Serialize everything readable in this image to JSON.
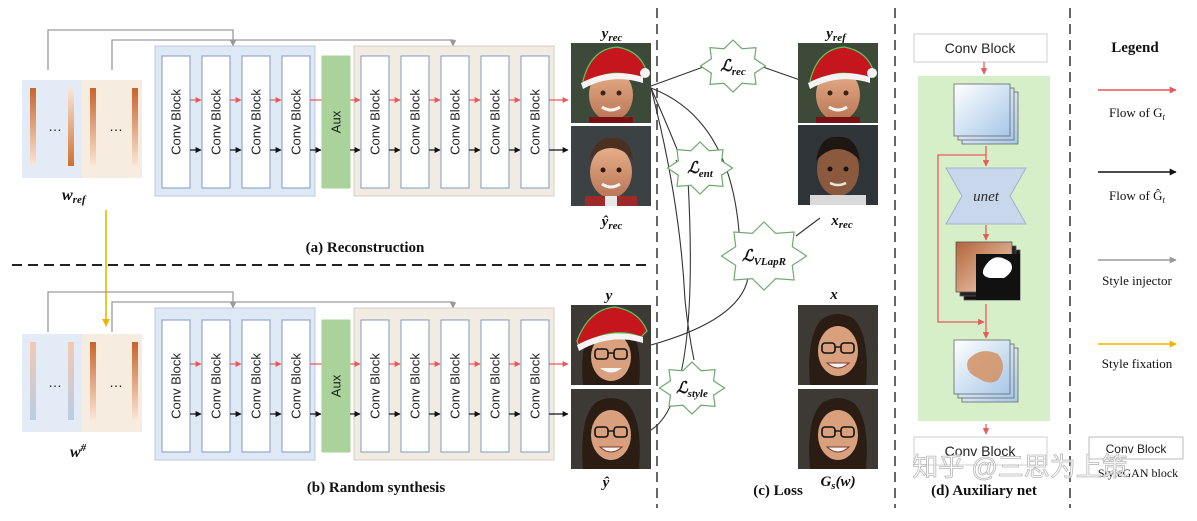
{
  "panels": {
    "reconstruction": {
      "caption": "(a) Reconstruction",
      "input_label": "w",
      "input_sub": "ref",
      "blocks": [
        "Conv Block",
        "Conv Block",
        "Conv Block",
        "Conv Block",
        "Aux",
        "Conv Block",
        "Conv Block",
        "Conv Block",
        "Conv Block",
        "Conv Block"
      ],
      "outputs": [
        {
          "label": "y",
          "sub": "rec"
        },
        {
          "label": "ŷ",
          "sub": "rec"
        }
      ]
    },
    "random_synthesis": {
      "caption": "(b) Random synthesis",
      "input_label": "w",
      "input_sup": "#",
      "blocks": [
        "Conv Block",
        "Conv Block",
        "Conv Block",
        "Conv Block",
        "Aux",
        "Conv Block",
        "Conv Block",
        "Conv Block",
        "Conv Block",
        "Conv Block"
      ],
      "outputs": [
        {
          "label": "y",
          "sub": ""
        },
        {
          "label": "ŷ",
          "sub": ""
        }
      ]
    },
    "loss": {
      "caption": "(c) Loss",
      "losses": [
        {
          "symbol": "ℒ",
          "sub": "rec"
        },
        {
          "symbol": "ℒ",
          "sub": "ent"
        },
        {
          "symbol": "ℒ",
          "sub": "VLapR"
        },
        {
          "symbol": "ℒ",
          "sub": "style"
        }
      ],
      "images": [
        {
          "label": "y",
          "sub": "ref"
        },
        {
          "label": "x",
          "sub": "rec"
        },
        {
          "label": "x",
          "sub": ""
        },
        {
          "label": "G",
          "sub": "s",
          "suffix": "(w)"
        }
      ]
    },
    "auxiliary": {
      "caption": "(d) Auxiliary net",
      "top_block": "Conv Block",
      "bottom_block": "Conv Block",
      "unet_label": "unet"
    }
  },
  "legend": {
    "title": "Legend",
    "items": [
      {
        "label": "Flow of G",
        "sub": "t",
        "color": "#e8595a"
      },
      {
        "label": "Flow of Ĝ",
        "sub": "t",
        "color": "#111111"
      },
      {
        "label": "Style injector",
        "color": "#9a9a9a"
      },
      {
        "label": "Style fixation",
        "color": "#f0b400"
      }
    ],
    "block_label": "Conv Block",
    "block_caption": "StyleGAN block"
  },
  "watermark": "知乎 @三思为上策",
  "colors": {
    "red_flow": "#e8595a",
    "black_flow": "#111111",
    "gray_injector": "#9a9a9a",
    "gold_fixation": "#f0b400",
    "blue_group": "#dfe9f5",
    "beige_group": "#f1ebe1",
    "aux_green": "#a9d39a",
    "aux_panel": "#d7efc9",
    "star_border": "#6fa86f"
  }
}
